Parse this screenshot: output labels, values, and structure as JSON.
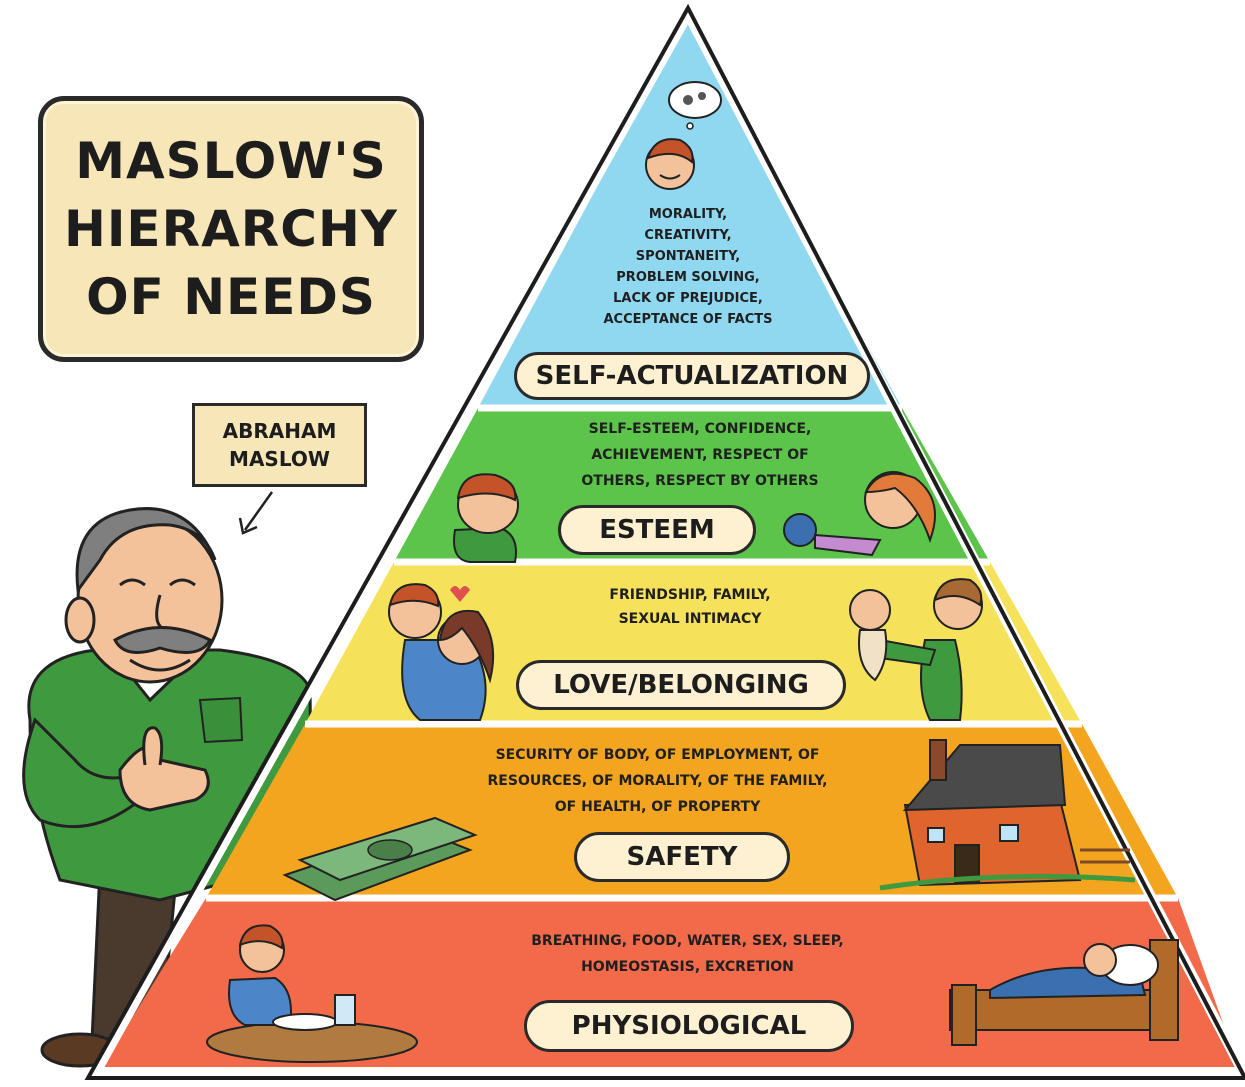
{
  "title": {
    "lines": [
      "MASLOW'S",
      "HIERARCHY",
      "OF NEEDS"
    ]
  },
  "caption": {
    "lines": [
      "ABRAHAM",
      "MASLOW"
    ]
  },
  "levels": [
    {
      "name": "SELF-ACTUALIZATION",
      "color": "#8fd8f0",
      "description": [
        "MORALITY,",
        "CREATIVITY,",
        "SPONTANEITY,",
        "PROBLEM SOLVING,",
        "LACK OF PREJUDICE,",
        "ACCEPTANCE OF FACTS"
      ]
    },
    {
      "name": "ESTEEM",
      "color": "#5cc44a",
      "description": [
        "SELF-ESTEEM, CONFIDENCE,",
        "ACHIEVEMENT, RESPECT OF",
        "OTHERS, RESPECT BY OTHERS"
      ]
    },
    {
      "name": "LOVE/BELONGING",
      "color": "#f6e15a",
      "description": [
        "FRIENDSHIP, FAMILY,",
        "SEXUAL INTIMACY"
      ]
    },
    {
      "name": "SAFETY",
      "color": "#f4a51f",
      "description": [
        "SECURITY OF BODY, OF EMPLOYMENT, OF",
        "RESOURCES, OF MORALITY, OF THE FAMILY,",
        "OF HEALTH, OF PROPERTY"
      ]
    },
    {
      "name": "PHYSIOLOGICAL",
      "color": "#f26a4a",
      "description": [
        "BREATHING, FOOD, WATER, SEX, SLEEP,",
        "HOMEOSTASIS, EXCRETION"
      ]
    }
  ],
  "colors": {
    "title_bg": "#f7e6b7",
    "outline": "#2a2a2a",
    "sweater": "#3f9a3f",
    "skin": "#f3c29a"
  }
}
